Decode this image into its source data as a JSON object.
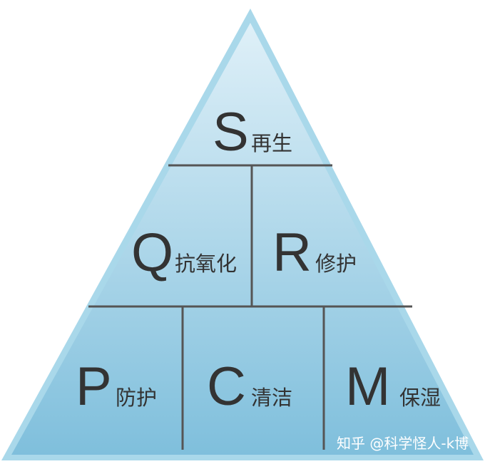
{
  "colors": {
    "outline": "#a9d8ea",
    "fill_top": "#dff0f8",
    "fill_bottom": "#7fbfdc",
    "divider": "#555555",
    "text": "#333333",
    "watermark": "#ffffff"
  },
  "tiers": [
    {
      "letter": "S",
      "label": "再生"
    },
    {
      "letter": "Q",
      "label": "抗氧化"
    },
    {
      "letter": "R",
      "label": "修护"
    },
    {
      "letter": "P",
      "label": "防护"
    },
    {
      "letter": "C",
      "label": "清洁"
    },
    {
      "letter": "M",
      "label": "保湿"
    }
  ],
  "watermark": "知乎 @科学怪人-k博"
}
